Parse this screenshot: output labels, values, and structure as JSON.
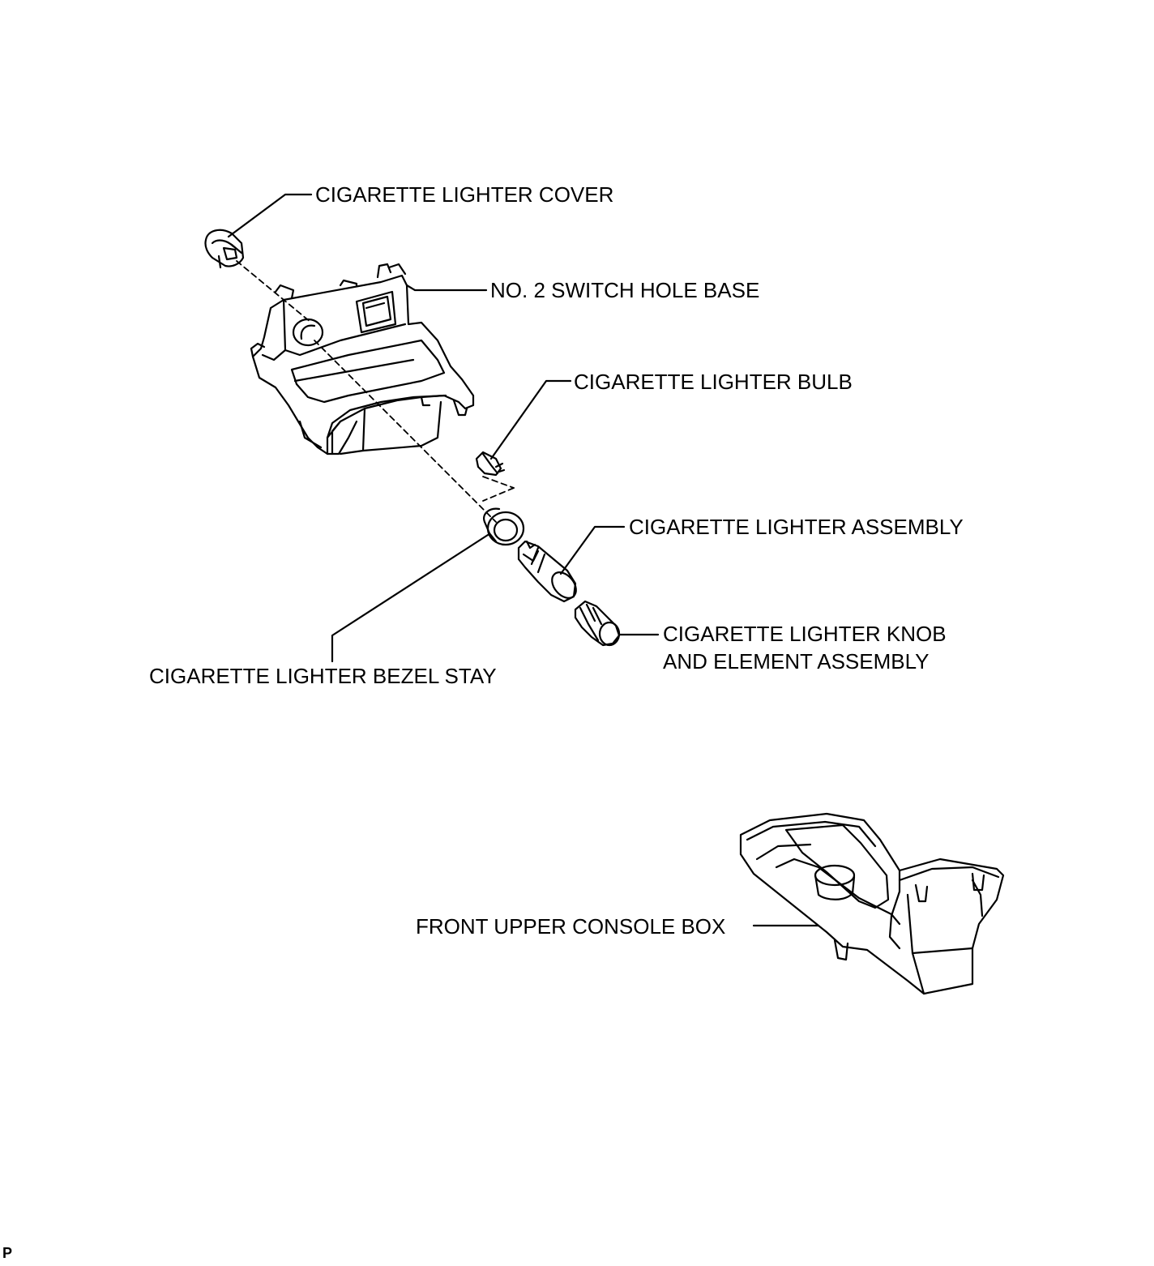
{
  "diagram": {
    "labels": {
      "lighter_cover": "CIGARETTE LIGHTER COVER",
      "switch_hole_base": "NO. 2 SWITCH HOLE BASE",
      "lighter_bulb": "CIGARETTE LIGHTER BULB",
      "lighter_assembly": "CIGARETTE LIGHTER ASSEMBLY",
      "knob_line1": "CIGARETTE LIGHTER KNOB",
      "knob_line2": "AND ELEMENT ASSEMBLY",
      "bezel_stay": "CIGARETTE LIGHTER BEZEL STAY",
      "console_box": "FRONT UPPER CONSOLE BOX"
    },
    "corner_mark": "P"
  }
}
